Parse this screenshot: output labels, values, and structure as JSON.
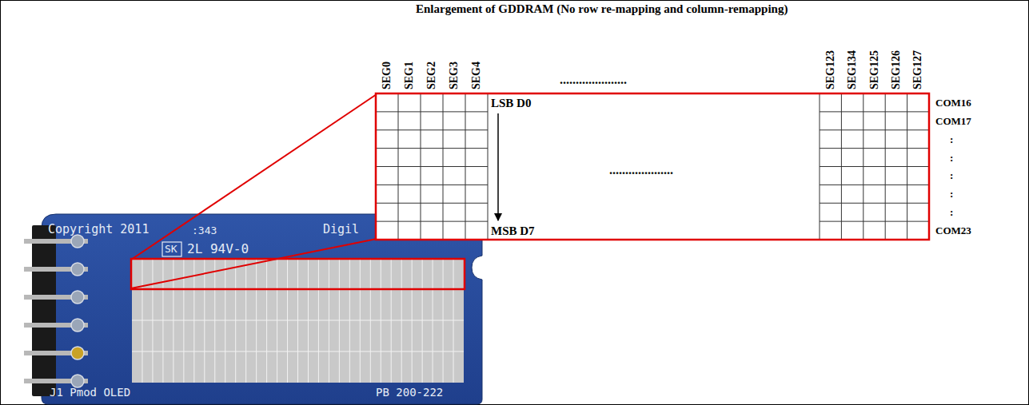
{
  "diagram": {
    "title": "Enlargement of GDDRAM (No row re-mapping and column-remapping)",
    "labels": [
      "SEG0",
      "SEG1",
      "SEG2",
      "SEG3",
      "SEG4",
      ".....................",
      "SEG123",
      "SEG134",
      "SEG125",
      "SEG126",
      "SEG127",
      "LSB D0",
      "....................",
      "MSB D7",
      "COM16",
      "COM17",
      ":",
      ":",
      ":",
      ":",
      ":",
      "COM23",
      "Copyright 2011",
      ":343",
      "Digil",
      "SK",
      "2L 94V-0",
      "J1 Pmod OLED",
      "PB 200-222"
    ]
  }
}
